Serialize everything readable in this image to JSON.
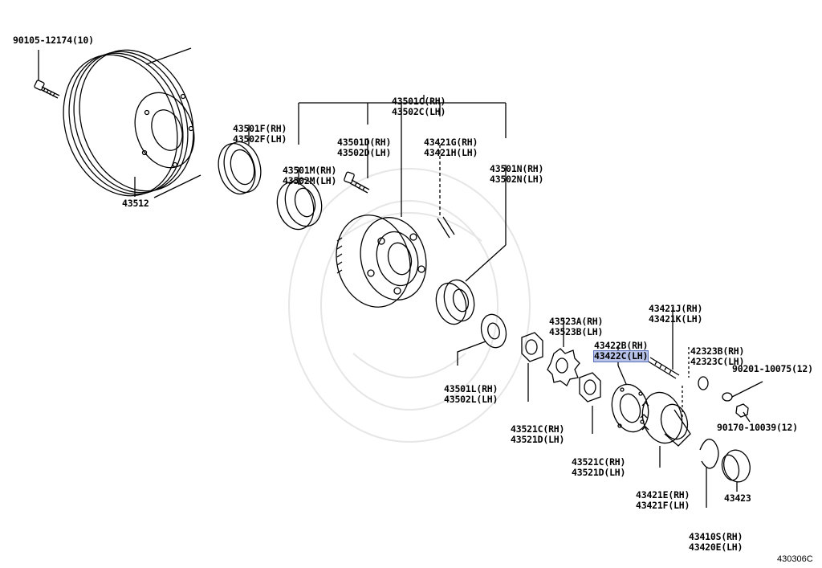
{
  "diagram": {
    "ref_code": "430306C",
    "labels": {
      "bolt_90105": "90105-12174(10)",
      "disc_43512": "43512",
      "seal_rh": "43501F(RH)",
      "seal_lh": "43502F(LH)",
      "hub_assy_rh": "43501C(RH)",
      "hub_assy_lh": "43502C(LH)",
      "inner_bearing_rh": "43501M(RH)",
      "inner_bearing_lh": "43502M(LH)",
      "hub_bolt_rh": "43501D(RH)",
      "hub_bolt_lh": "43502D(LH)",
      "pin_rh": "43421G(RH)",
      "pin_lh": "43421H(LH)",
      "outer_bearing_rh": "43501N(RH)",
      "outer_bearing_lh": "43502N(LH)",
      "washer_rh": "43501L(RH)",
      "washer_lh": "43502L(LH)",
      "lockwasher_rh": "43523A(RH)",
      "lockwasher_lh": "43523B(LH)",
      "nut1_rh": "43521C(RH)",
      "nut1_lh": "43521D(LH)",
      "nut2_rh": "43521C(RH)",
      "nut2_lh": "43521D(LH)",
      "gasket_rh": "43422B(RH)",
      "gasket_lh": "43422C(LH)",
      "stud_rh": "43421J(RH)",
      "stud_lh": "43421K(LH)",
      "cone_washer_rh": "42323B(RH)",
      "cone_washer_lh": "42323C(LH)",
      "washer_90201": "90201-10075(12)",
      "nut_90170": "90170-10039(12)",
      "flange_rh": "43421E(RH)",
      "flange_lh": "43421F(LH)",
      "cap_43423": "43423",
      "snap_ring_rh": "43410S(RH)",
      "snap_ring_lh": "43420E(LH)"
    }
  }
}
